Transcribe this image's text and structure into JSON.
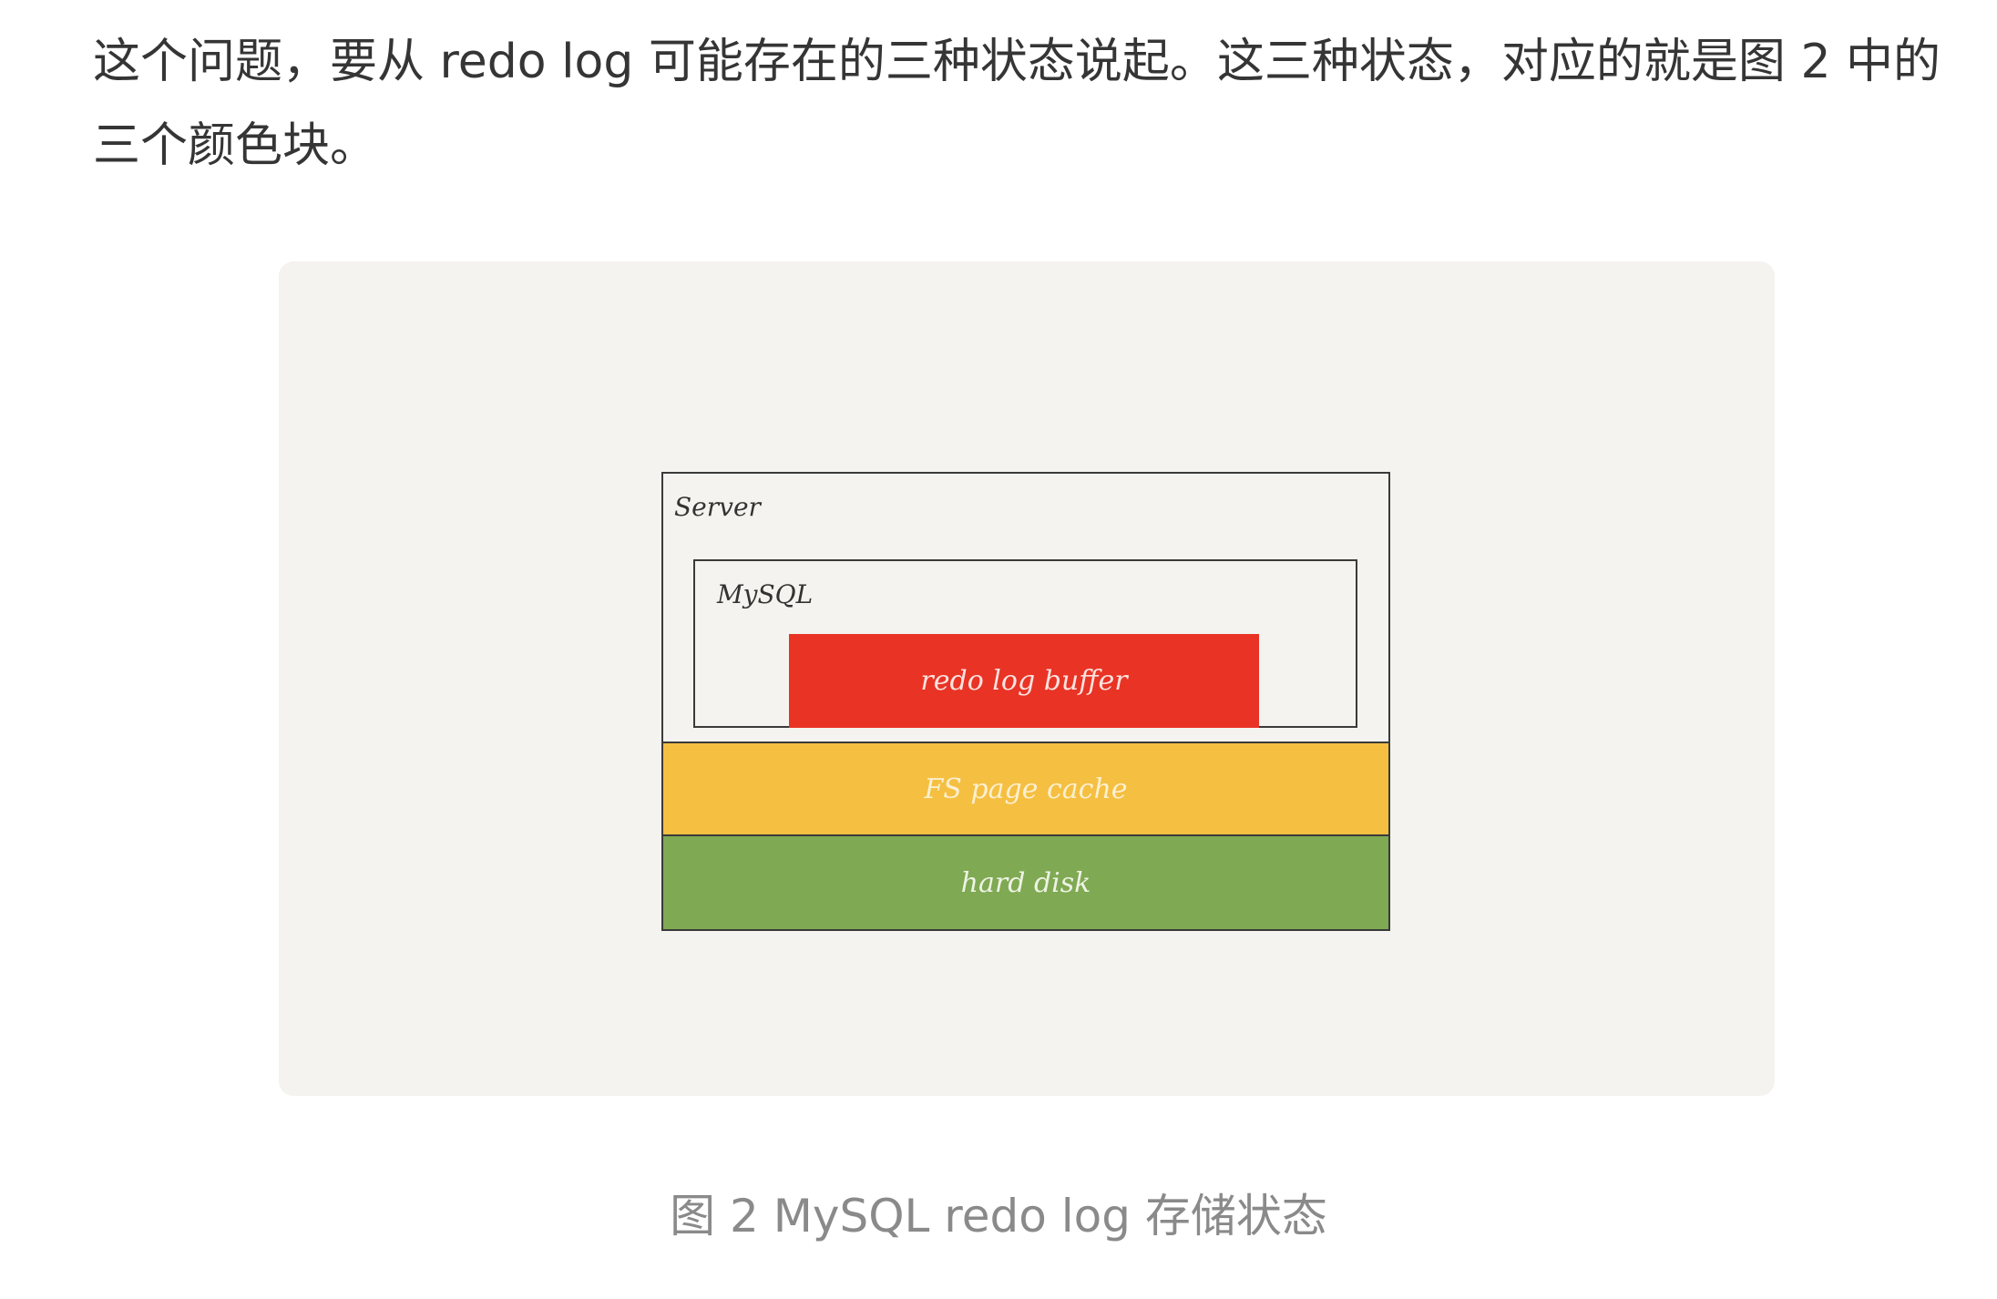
{
  "paragraph": {
    "text": "这个问题，要从 redo log 可能存在的三种状态说起。这三种状态，对应的就是图 2 中的三个颜色块。"
  },
  "figure": {
    "diagram": {
      "server_label": "Server",
      "mysql_label": "MySQL",
      "redo_buffer_label": "redo log buffer",
      "fs_cache_label": "FS page cache",
      "hard_disk_label": "hard disk"
    },
    "colors": {
      "redo_buffer": "#e93325",
      "fs_page_cache": "#f5bf42",
      "hard_disk": "#7fa953",
      "figure_background": "#f4f3ef"
    },
    "caption": "图 2 MySQL redo log 存储状态"
  }
}
